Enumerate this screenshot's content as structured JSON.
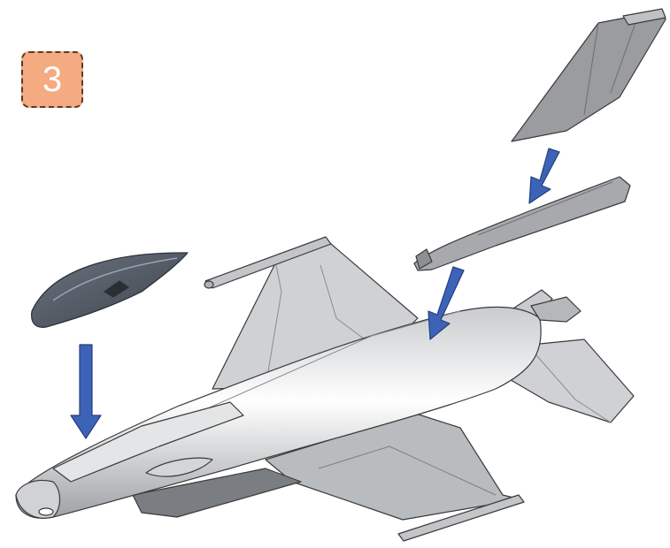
{
  "step": {
    "number": "3",
    "badge_fill": "#f4ab82",
    "badge_border": "#5a3a2a"
  },
  "colors": {
    "arrow": "#3d63b8",
    "arrow_edge": "#243f7c",
    "part_gray": "#9a9c9f",
    "part_light": "#d7d9db",
    "part_dark": "#6b6e72",
    "canopy": "#4b5563",
    "outline": "#3a3a3a"
  },
  "parts": [
    "vertical-tail",
    "spine-fairing",
    "canopy",
    "fuselage"
  ]
}
